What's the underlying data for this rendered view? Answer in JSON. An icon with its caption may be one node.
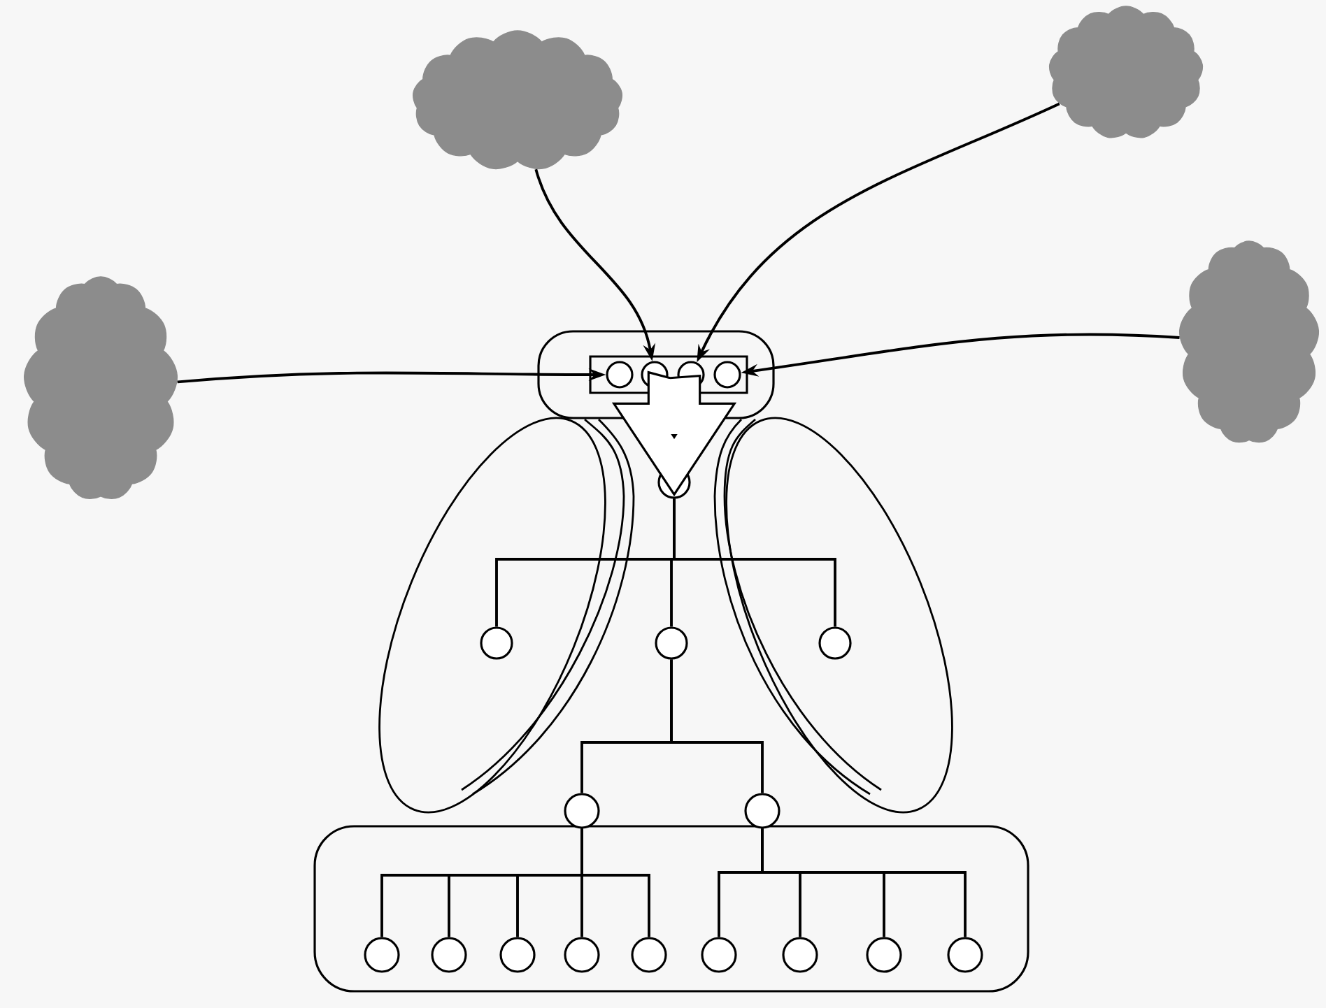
{
  "diagram": {
    "nodes": [
      {
        "text": [],
        "shape": "cloud"
      },
      {
        "text": [],
        "shape": "cloud"
      },
      {
        "text": [],
        "shape": "cloud"
      },
      {
        "text": [],
        "shape": "cloud"
      },
      {
        "text": [],
        "shape": "box"
      },
      {
        "text": [],
        "shape": "box",
        "in": 4
      },
      {
        "text": [],
        "shape": "circle",
        "in": 5
      },
      {
        "text": [],
        "shape": "circle",
        "in": 5
      },
      {
        "text": [],
        "shape": "circle",
        "in": 5
      },
      {
        "text": [],
        "shape": "circle",
        "in": 5
      },
      {
        "text": [],
        "shape": "circle"
      },
      {
        "text": [],
        "shape": "ellipse"
      },
      {
        "text": [],
        "shape": "circle",
        "in": 11
      },
      {
        "text": [],
        "shape": "circle"
      },
      {
        "text": [],
        "shape": "ellipse"
      },
      {
        "text": [],
        "shape": "circle",
        "in": 14
      },
      {
        "text": [],
        "shape": "box"
      },
      {
        "text": [],
        "shape": "circle"
      },
      {
        "text": [],
        "shape": "circle"
      },
      {
        "text": [],
        "shape": "circle",
        "in": 16
      },
      {
        "text": [],
        "shape": "circle",
        "in": 16
      },
      {
        "text": [],
        "shape": "circle",
        "in": 16
      },
      {
        "text": [],
        "shape": "circle",
        "in": 16
      },
      {
        "text": [],
        "shape": "circle",
        "in": 16
      },
      {
        "text": [],
        "shape": "circle",
        "in": 16
      },
      {
        "text": [],
        "shape": "circle",
        "in": 16
      },
      {
        "text": [],
        "shape": "circle",
        "in": 16
      },
      {
        "text": [],
        "shape": "circle",
        "in": 16
      }
    ],
    "edges": [
      {
        "from": 2,
        "to": 6,
        "arrow": "to"
      },
      {
        "from": 0,
        "to": 7,
        "arrow": "to"
      },
      {
        "from": 1,
        "to": 8,
        "arrow": "to"
      },
      {
        "from": 3,
        "to": 9,
        "arrow": "to"
      },
      {
        "from": 5,
        "to": 10,
        "arrow": "to",
        "style": "thick"
      },
      {
        "from": 10,
        "to": 12,
        "arrow": "none"
      },
      {
        "from": 10,
        "to": 13,
        "arrow": "none"
      },
      {
        "from": 10,
        "to": 15,
        "arrow": "none"
      },
      {
        "from": 13,
        "to": 17,
        "arrow": "none"
      },
      {
        "from": 13,
        "to": 18,
        "arrow": "none"
      },
      {
        "from": 17,
        "to": 19,
        "arrow": "none"
      },
      {
        "from": 17,
        "to": 20,
        "arrow": "none"
      },
      {
        "from": 17,
        "to": 21,
        "arrow": "none"
      },
      {
        "from": 17,
        "to": 22,
        "arrow": "none"
      },
      {
        "from": 17,
        "to": 23,
        "arrow": "none"
      },
      {
        "from": 18,
        "to": 24,
        "arrow": "none"
      },
      {
        "from": 18,
        "to": 25,
        "arrow": "none"
      },
      {
        "from": 18,
        "to": 26,
        "arrow": "none"
      },
      {
        "from": 18,
        "to": 27,
        "arrow": "none"
      }
    ]
  }
}
